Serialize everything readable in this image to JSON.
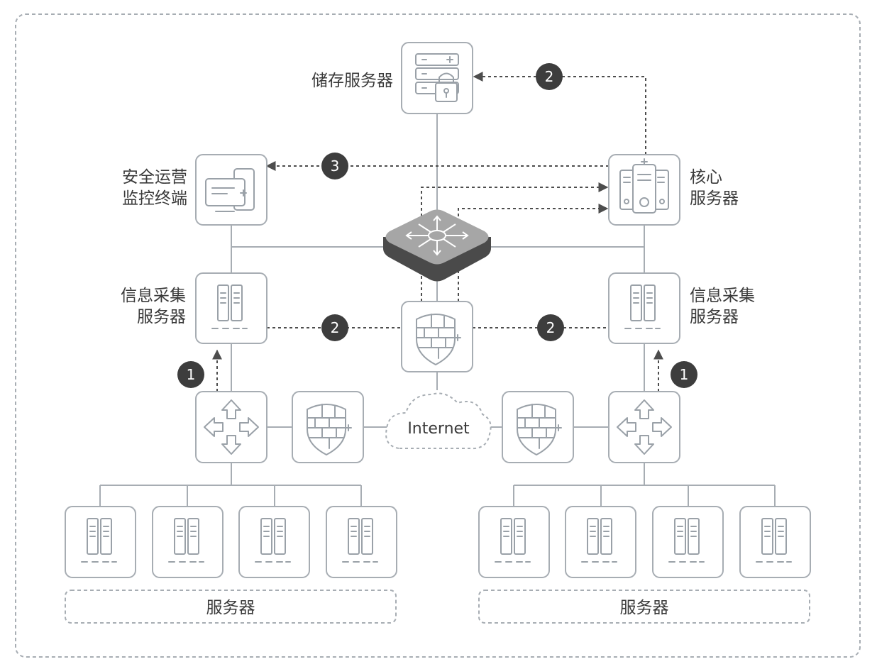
{
  "labels": {
    "storage_server": "储存服务器",
    "security_terminal_line1": "安全运营",
    "security_terminal_line2": "监控终端",
    "core_server_line1": "核心",
    "core_server_line2": "服务器",
    "collect_left_line1": "信息采集",
    "collect_left_line2": "服务器",
    "collect_right_line1": "信息采集",
    "collect_right_line2": "服务器",
    "internet": "Internet",
    "servers_left": "服务器",
    "servers_right": "服务器"
  },
  "badges": {
    "core_to_storage": "2",
    "core_to_terminal": "3",
    "left_collect_to_firewall": "2",
    "firewall_to_right_collect": "2",
    "left_switch_to_collect": "1",
    "right_switch_to_collect": "1"
  },
  "colors": {
    "line": "#a7adb3",
    "icon": "#9aa1a8",
    "dashed": "#4d4d4d",
    "badge": "#3d3d3d",
    "router_top": "#a6a6a6",
    "router_side": "#4a4a4a"
  },
  "icons": {
    "storage": "storage-lock-icon",
    "terminal": "monitor-terminal-icon",
    "core": "core-server-icon",
    "router": "core-router-icon",
    "collect": "rack-server-icon",
    "firewall": "firewall-shield-icon",
    "switch": "switch-arrows-icon",
    "cloud": "cloud-icon"
  }
}
